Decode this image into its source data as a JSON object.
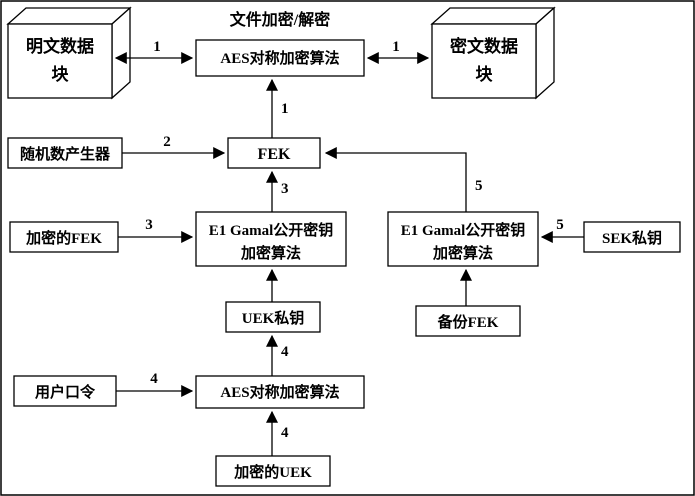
{
  "title": "文件加密/解密",
  "nodes": {
    "plaintext": [
      "明文数据",
      "块"
    ],
    "ciphertext": [
      "密文数据",
      "块"
    ],
    "aes_file": "AES对称加密算法",
    "fek": "FEK",
    "random_generator": "随机数产生器",
    "elgamal_uek": [
      "E1 Gamal公开密钥",
      "加密算法"
    ],
    "elgamal_sek": [
      "E1 Gamal公开密钥",
      "加密算法"
    ],
    "encrypted_fek": "加密的FEK",
    "sek_private_key": "SEK私钥",
    "backup_fek": "备份FEK",
    "uek_private_key": "UEK私钥",
    "aes_uek": "AES对称加密算法",
    "user_password": "用户口令",
    "encrypted_uek": "加密的UEK"
  },
  "edge_labels": {
    "plaintext_to_aes": "1",
    "aes_to_ciphertext": "1",
    "fek_to_aes": "1",
    "random_to_fek": "2",
    "elgamal_uek_to_fek": "3",
    "encfek_to_elgamal": "3",
    "aes_to_uekkey": "4",
    "password_to_aes": "4",
    "encuek_to_aes": "4",
    "elgamal_sek_to_fek": "5",
    "sek_to_elgamal": "5"
  },
  "colors": {
    "ink": "#000000",
    "background": "#ffffff"
  }
}
